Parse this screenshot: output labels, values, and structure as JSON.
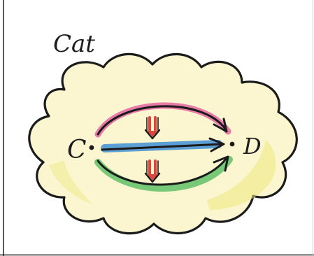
{
  "category_title": "Cat",
  "objects": {
    "source": "C",
    "target": "D"
  },
  "morphisms": [
    {
      "name": "top-arrow",
      "color": "#e0509a"
    },
    {
      "name": "middle-arrow",
      "color": "#3f8fd6"
    },
    {
      "name": "bottom-arrow",
      "color": "#4bb85a"
    }
  ],
  "two_cells": [
    {
      "name": "upper-two-cell",
      "color": "#d9473f"
    },
    {
      "name": "lower-two-cell",
      "color": "#d9473f"
    }
  ],
  "colors": {
    "blob_fill": "#fbf6cf",
    "blob_edge_tint": "#e9e47a",
    "ink": "#1b1b1b"
  }
}
